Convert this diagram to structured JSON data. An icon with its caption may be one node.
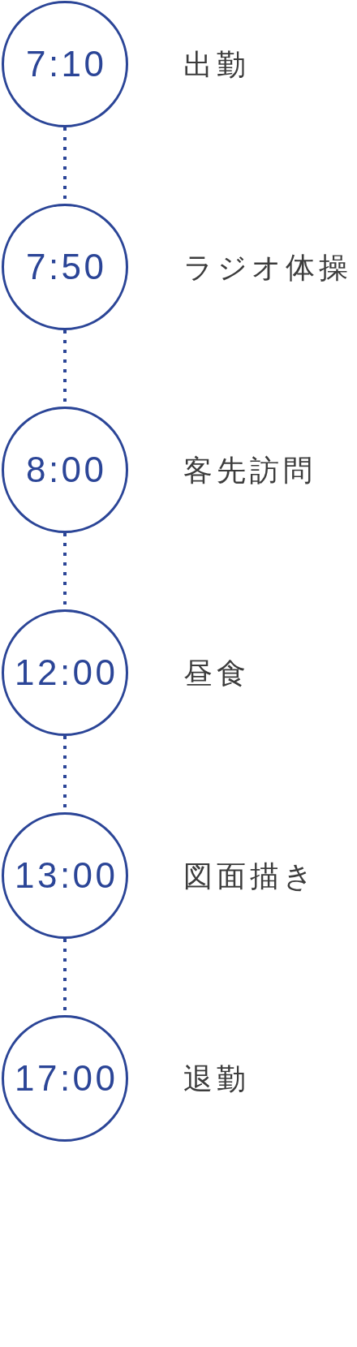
{
  "diagram": {
    "nodes": [
      {
        "text": [
          "7:10"
        ],
        "beside": [
          "出勤"
        ]
      },
      {
        "text": [
          "7:50"
        ],
        "beside": [
          "ラジオ体操"
        ]
      },
      {
        "text": [
          "8:00"
        ],
        "beside": [
          "客先訪問"
        ]
      },
      {
        "text": [
          "12:00"
        ],
        "beside": [
          "昼食"
        ]
      },
      {
        "text": [
          "13:00"
        ],
        "beside": [
          "図面描き"
        ]
      },
      {
        "text": [
          "17:00"
        ],
        "beside": [
          "退勤"
        ]
      }
    ],
    "edges": [
      {
        "from": 0,
        "to": 1,
        "arrow": "none"
      },
      {
        "from": 1,
        "to": 2,
        "arrow": "none"
      },
      {
        "from": 2,
        "to": 3,
        "arrow": "none"
      },
      {
        "from": 3,
        "to": 4,
        "arrow": "none"
      },
      {
        "from": 4,
        "to": 5,
        "arrow": "none"
      }
    ]
  }
}
